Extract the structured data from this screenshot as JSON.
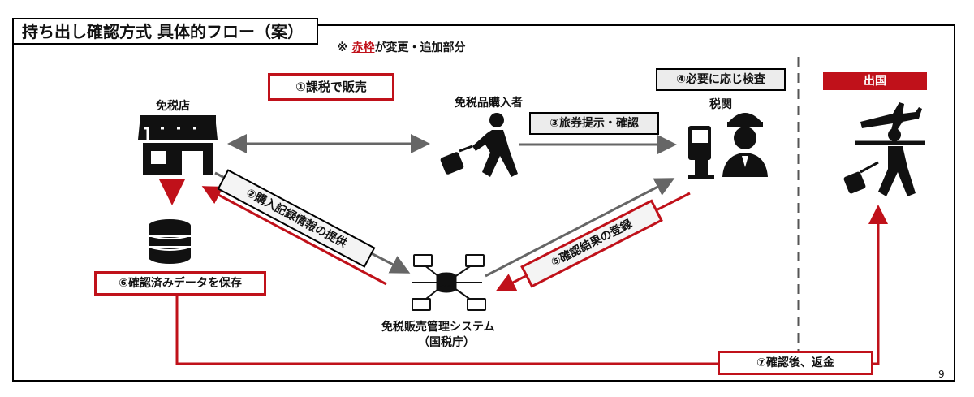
{
  "title": "持ち出し確認方式 具体的フロー（案）",
  "note": {
    "prefix": "※",
    "highlight": "赤枠",
    "suffix": "が変更・追加部分"
  },
  "actors": {
    "store": "免税店",
    "buyer": "免税品購入者",
    "customs": "税関",
    "system_line1": "免税販売管理システム",
    "system_line2": "（国税庁）",
    "departure": "出国"
  },
  "steps": {
    "s1": "①課税で販売",
    "s2": "②購入記録情報の提供",
    "s3": "③旅券提示・確認",
    "s4": "④必要に応じ検査",
    "s5": "⑤確認結果の登録",
    "s6": "⑥確認済みデータを保存",
    "s7": "⑦確認後、返金"
  },
  "page_number": "9",
  "colors": {
    "accent_red": "#c0111a",
    "arrow_gray": "#666666",
    "icon_black": "#111111"
  }
}
